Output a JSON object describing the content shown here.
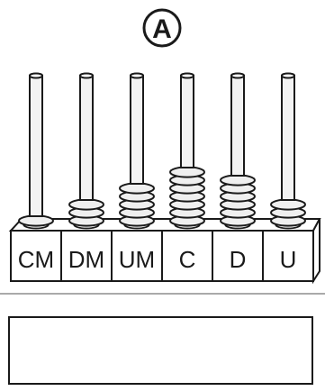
{
  "badge_letter": "A",
  "columns": [
    {
      "label": "CM",
      "beads": 1
    },
    {
      "label": "DM",
      "beads": 3
    },
    {
      "label": "UM",
      "beads": 5
    },
    {
      "label": "C",
      "beads": 7
    },
    {
      "label": "D",
      "beads": 6
    },
    {
      "label": "U",
      "beads": 3
    }
  ],
  "answer_box": {
    "value": ""
  },
  "colors": {
    "stroke": "#1a1a1a",
    "rod_fill": "#f3f3f3",
    "bead_fill": "#efefef",
    "background": "#ffffff"
  }
}
